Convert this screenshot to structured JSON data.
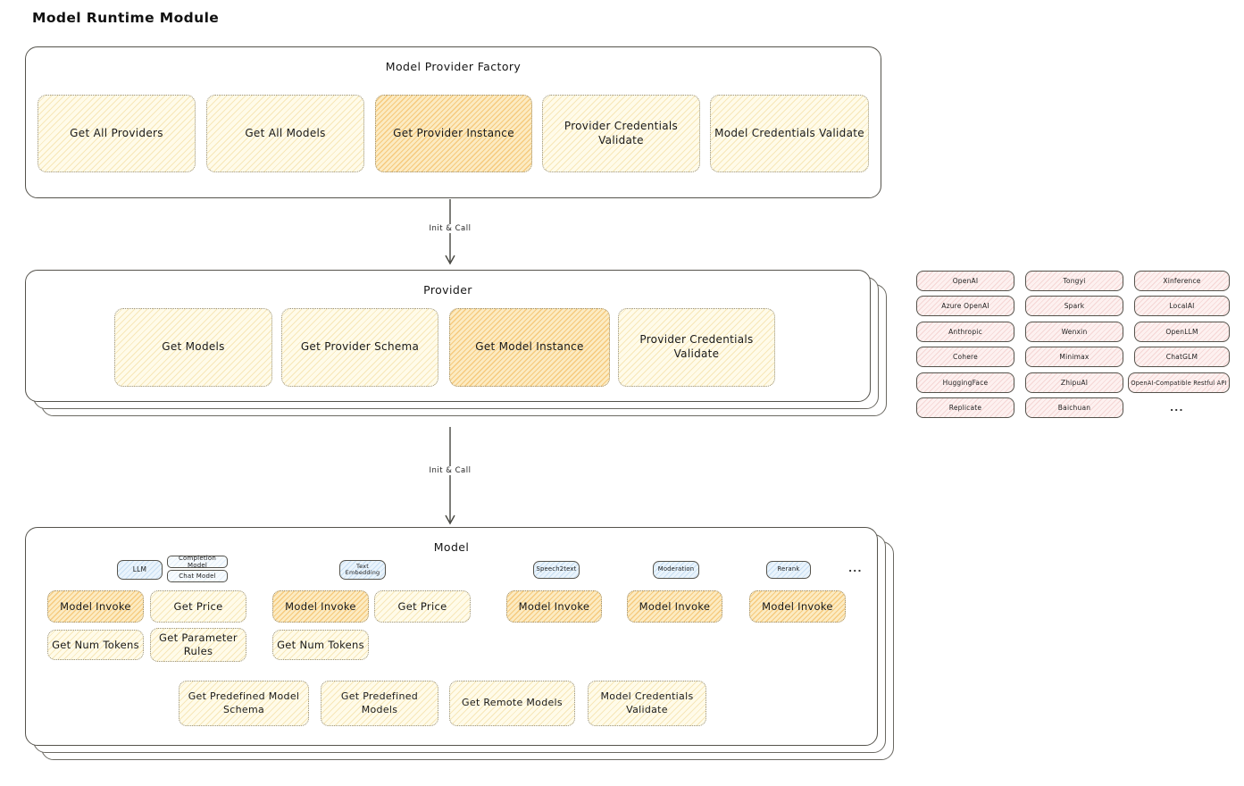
{
  "title": "Model Runtime Module",
  "colors": {
    "highlight_fill": "#f6c96b",
    "normal_fill": "#fff9e3",
    "provider_chip_fill": "#fbe9e7",
    "tab_fill": "#dbeafe",
    "box_border": "#55534c"
  },
  "factory": {
    "title": "Model Provider Factory",
    "buttons": [
      {
        "label": "Get All Providers",
        "highlighted": false
      },
      {
        "label": "Get All Models",
        "highlighted": false
      },
      {
        "label": "Get Provider Instance",
        "highlighted": true
      },
      {
        "label": "Provider Credentials Validate",
        "highlighted": false
      },
      {
        "label": "Model Credentials Validate",
        "highlighted": false
      }
    ]
  },
  "arrows": {
    "init_call_1": "Init & Call",
    "init_call_2": "Init & Call"
  },
  "provider": {
    "title": "Provider",
    "buttons": [
      {
        "label": "Get Models",
        "highlighted": false
      },
      {
        "label": "Get Provider Schema",
        "highlighted": false
      },
      {
        "label": "Get Model Instance",
        "highlighted": true
      },
      {
        "label": "Provider Credentials Validate",
        "highlighted": false
      }
    ]
  },
  "providers_panel": {
    "chips": [
      "OpenAI",
      "Tongyi",
      "Xinference",
      "Azure OpenAI",
      "Spark",
      "LocalAI",
      "Anthropic",
      "Wenxin",
      "OpenLLM",
      "Cohere",
      "Minimax",
      "ChatGLM",
      "HuggingFace",
      "ZhipuAI",
      "OpenAI-Compatible Restful API",
      "Replicate",
      "Baichuan"
    ],
    "more": "..."
  },
  "model": {
    "title": "Model",
    "tabs": {
      "llm": "LLM",
      "completion_model": "Completion Model",
      "chat_model": "Chat Model",
      "text_embedding": "Text Embedding",
      "speech2text": "Speech2text",
      "moderation": "Moderation",
      "rerank": "Rerank",
      "more": "..."
    },
    "buttons": {
      "llm_model_invoke": "Model Invoke",
      "llm_get_price": "Get Price",
      "llm_get_num_tokens": "Get Num Tokens",
      "llm_get_parameter_rules": "Get Parameter Rules",
      "te_model_invoke": "Model Invoke",
      "te_get_price": "Get Price",
      "te_get_num_tokens": "Get Num Tokens",
      "s2t_model_invoke": "Model Invoke",
      "moderation_model_invoke": "Model Invoke",
      "rerank_model_invoke": "Model Invoke",
      "get_predefined_model_schema": "Get Predefined Model Schema",
      "get_predefined_models": "Get Predefined Models",
      "get_remote_models": "Get Remote Models",
      "model_credentials_validate": "Model Credentials Validate"
    }
  }
}
